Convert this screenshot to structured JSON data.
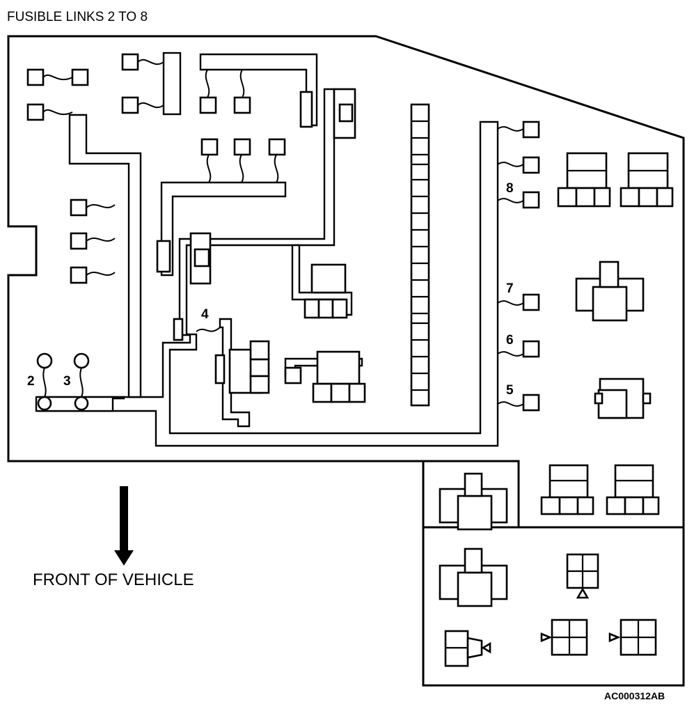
{
  "title": "FUSIBLE LINKS 2 TO 8",
  "direction_label": "FRONT OF VEHICLE",
  "figure_code": "AC000312AB",
  "fusible_link_labels": [
    "2",
    "3",
    "4",
    "5",
    "6",
    "7",
    "8"
  ]
}
